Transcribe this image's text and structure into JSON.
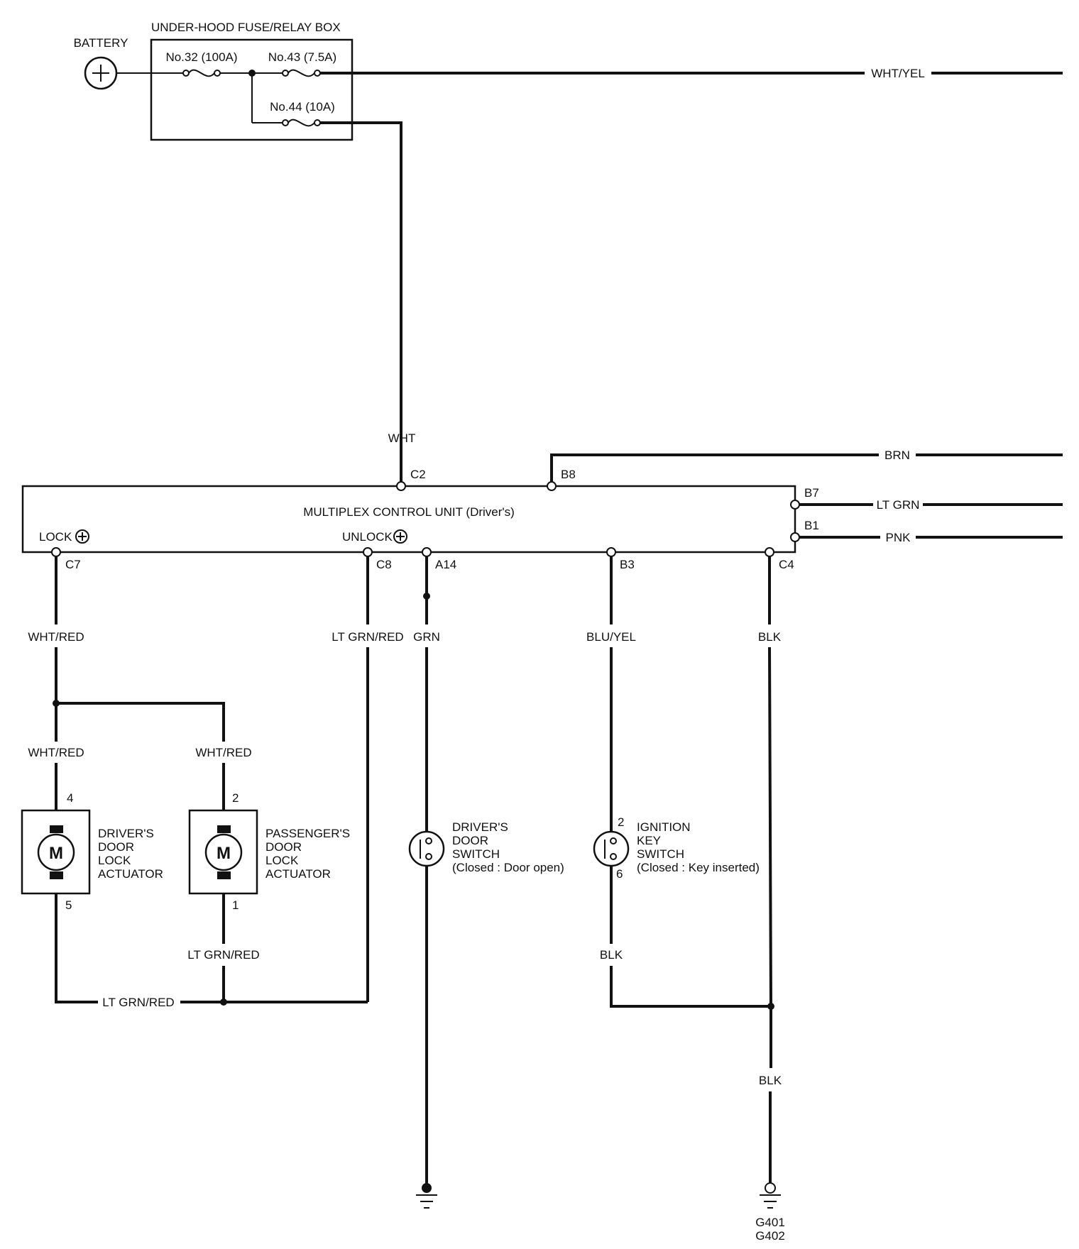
{
  "battery": {
    "label": "BATTERY"
  },
  "fuse_box": {
    "title": "UNDER-HOOD FUSE/RELAY BOX",
    "fuse32": "No.32 (100A)",
    "fuse43": "No.43 (7.5A)",
    "fuse44": "No.44 (10A)"
  },
  "wires": {
    "top_right": "WHT/YEL",
    "to_c2": "WHT",
    "b8": "BRN",
    "b7": "LT GRN",
    "b1": "PNK",
    "c7": "WHT/RED",
    "c7_left": "WHT/RED",
    "c7_right": "WHT/RED",
    "c8": "LT GRN/RED",
    "a14": "GRN",
    "b3": "BLU/YEL",
    "c4": "BLK",
    "bottom_left": "LT GRN/RED",
    "pass_bottom": "LT GRN/RED",
    "ign_bottom": "BLK",
    "ground": "BLK"
  },
  "mcu": {
    "title": "MULTIPLEX CONTROL UNIT (Driver's)",
    "lock": "LOCK",
    "unlock": "UNLOCK",
    "pins": {
      "c2": "C2",
      "b8": "B8",
      "b7": "B7",
      "b1": "B1",
      "c7": "C7",
      "c8": "C8",
      "a14": "A14",
      "b3": "B3",
      "c4": "C4"
    }
  },
  "driver_actuator": {
    "line1": "DRIVER'S",
    "line2": "DOOR",
    "line3": "LOCK",
    "line4": "ACTUATOR",
    "pin_top": "4",
    "pin_bottom": "5",
    "motor": "M"
  },
  "passenger_actuator": {
    "line1": "PASSENGER'S",
    "line2": "DOOR",
    "line3": "LOCK",
    "line4": "ACTUATOR",
    "pin_top": "2",
    "pin_bottom": "1",
    "motor": "M"
  },
  "driver_door_switch": {
    "line1": "DRIVER'S",
    "line2": "DOOR",
    "line3": "SWITCH",
    "line4": "(Closed : Door open)"
  },
  "ignition_key_switch": {
    "line1": "IGNITION",
    "line2": "KEY",
    "line3": "SWITCH",
    "line4": "(Closed : Key inserted)",
    "pin_top": "2",
    "pin_bottom": "6"
  },
  "ground": {
    "g1": "G401",
    "g2": "G402"
  }
}
